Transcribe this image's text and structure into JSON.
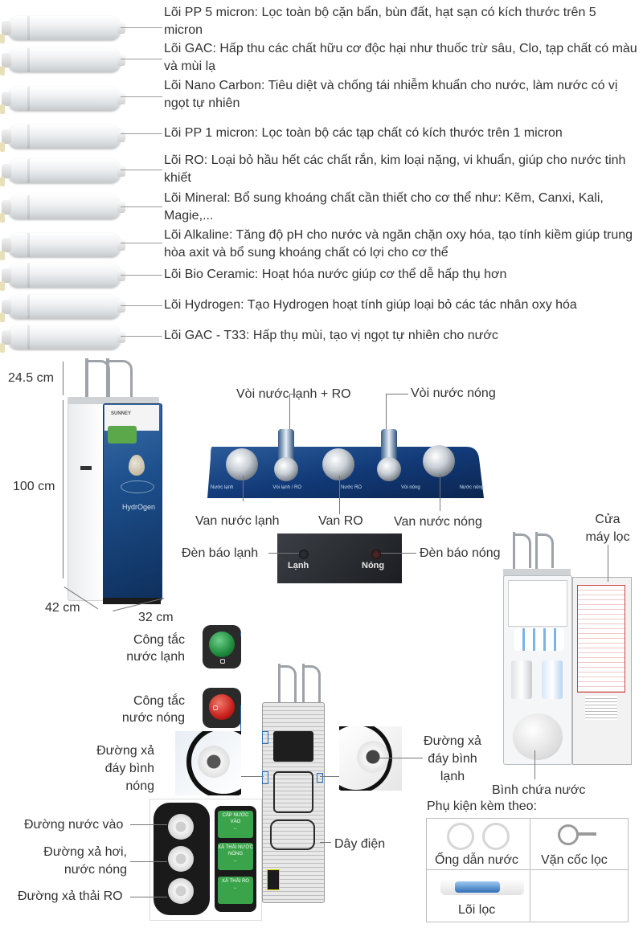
{
  "filters": [
    {
      "text": "Lõi PP 5 micron: Lọc toàn bộ cặn bẩn, bùn đất, hạt sạn có kích thước trên 5 micron"
    },
    {
      "text": "Lõi GAC: Hấp thu các chất hữu cơ độc hại như thuốc trừ sâu, Clo, tạp chất có màu và mùi lạ"
    },
    {
      "text": "Lõi Nano Carbon: Tiêu diệt và chống tái nhiễm khuẩn cho nước, làm nước có vị ngọt tự nhiên"
    },
    {
      "text": "Lõi PP 1 micron: Lọc toàn bộ các tạp chất có kích thước trên 1 micron"
    },
    {
      "text": "Lõi RO: Loại bỏ hầu hết các chất rắn, kim loại nặng, vi khuẩn, giúp cho nước tinh khiết"
    },
    {
      "text": "Lõi Mineral: Bổ sung khoáng chất cần thiết cho cơ thể như: Kẽm, Canxi, Kali, Magie,..."
    },
    {
      "text": "Lõi Alkaline: Tăng độ pH cho nước và ngăn chặn oxy hóa, tạo tính kiềm giúp trung hòa axit và bổ sung khoáng chất có lợi cho cơ thể"
    },
    {
      "text": "Lõi Bio Ceramic: Hoạt hóa nước giúp cơ thể dễ hấp thụ hơn"
    },
    {
      "text": "Lõi Hydrogen: Tạo Hydrogen hoạt tính giúp loại bỏ các tác nhân oxy hóa"
    },
    {
      "text": "Lõi GAC - T33: Hấp thụ mùi, tạo vị ngọt tự nhiên cho nước"
    }
  ],
  "dimensions": {
    "top": "24.5 cm",
    "height": "100 cm",
    "depth": "42 cm",
    "width": "32 cm"
  },
  "machine": {
    "brand": "SUNNEY",
    "label": "HydrOgen"
  },
  "panel": {
    "cold_ro_faucet": "Vòi nước lạnh + RO",
    "hot_faucet": "Vòi nước nóng",
    "cold_valve": "Van nước lạnh",
    "ro_valve": "Van RO",
    "hot_valve": "Van nước nóng",
    "cold_indicator": "Đèn báo lạnh",
    "hot_indicator": "Đèn báo nóng",
    "lamp_cold": "Lạnh",
    "lamp_hot": "Nóng",
    "panel_labels": [
      "Nước lạnh",
      "Vòi lạnh / RO",
      "Nước RO",
      "Vòi nóng",
      "Nước nóng"
    ]
  },
  "rear": {
    "cold_switch": "Công tắc nước lạnh",
    "hot_switch": "Công tắc nước nóng",
    "hot_drain": "Đường xả đáy bình nóng",
    "cold_drain": "Đường xả đáy bình lạnh",
    "water_in": "Đường nước vào",
    "steam_out": "Đường xả hơi, nước nóng",
    "ro_waste": "Đường xả thải RO",
    "power_cord": "Dây điện",
    "port_labels": [
      "CẤP NƯỚC VÀO",
      "XẢ THẢI NƯỚC NÓNG",
      "XẢ THẢI RO"
    ]
  },
  "open_view": {
    "door": "Cửa máy lọc",
    "tank": "Bình chứa nước"
  },
  "accessories": {
    "title": "Phụ kiện kèm theo:",
    "tube": "Ống dẫn nước",
    "wrench": "Vặn cốc lọc",
    "filter": "Lõi lọc"
  },
  "colors": {
    "panel_blue": "#123a78",
    "text": "#333333",
    "switch_green": "#1e8a3c",
    "switch_red": "#c8201c"
  }
}
